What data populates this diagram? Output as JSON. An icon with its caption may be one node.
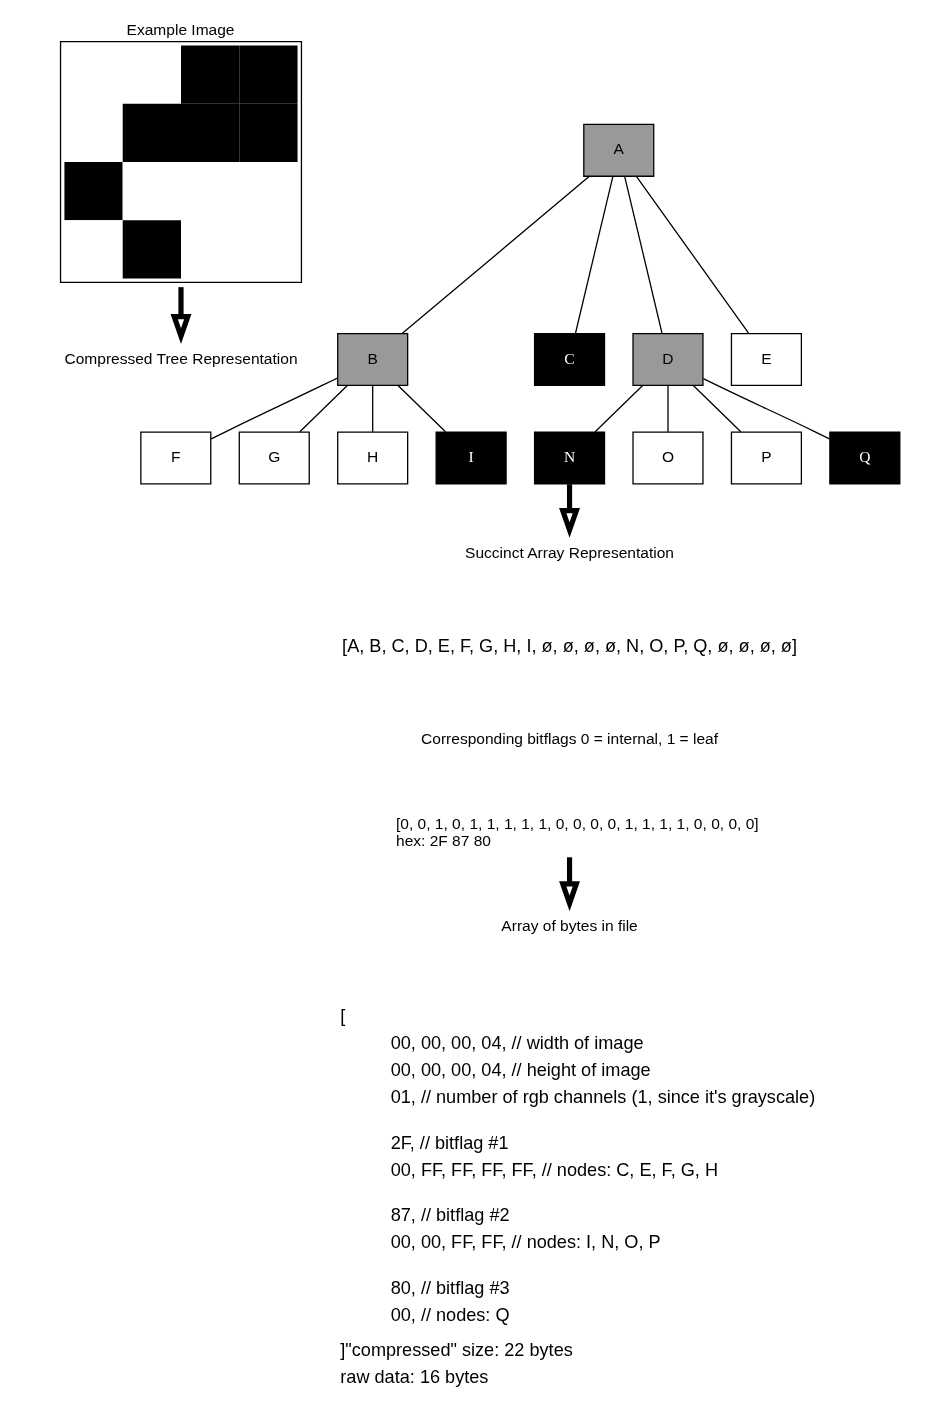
{
  "diagram": {
    "nodes": [
      {
        "text": [
          "Example Image"
        ]
      },
      {
        "text": [
          "Compressed Tree Representation"
        ]
      },
      {
        "text": [
          "A"
        ]
      },
      {
        "text": [
          "B"
        ]
      },
      {
        "text": [
          "C"
        ]
      },
      {
        "text": [
          "D"
        ]
      },
      {
        "text": [
          "E"
        ]
      },
      {
        "text": [
          "F"
        ]
      },
      {
        "text": [
          "G"
        ]
      },
      {
        "text": [
          "H"
        ]
      },
      {
        "text": [
          "I"
        ]
      },
      {
        "text": [
          "N"
        ]
      },
      {
        "text": [
          "O"
        ]
      },
      {
        "text": [
          "P"
        ]
      },
      {
        "text": [
          "Q"
        ]
      },
      {
        "text": [
          "Succinct Array Representation"
        ]
      },
      {
        "text": [
          "[0, 0, 1, 0, 1, 1, 1, 1, 1, 0, 0, 0, 0, 1, 1, 1, 1, 0, 0, 0, 0]",
          "hex: 2F 87 80"
        ]
      },
      {
        "text": [
          "Array of bytes in file"
        ]
      }
    ],
    "edges": [
      {
        "from": 0,
        "to": 1,
        "arrow": "to",
        "style": "thick"
      },
      {
        "from": 2,
        "to": 3,
        "arrow": "none"
      },
      {
        "from": 2,
        "to": 4,
        "arrow": "none"
      },
      {
        "from": 2,
        "to": 5,
        "arrow": "none"
      },
      {
        "from": 2,
        "to": 6,
        "arrow": "none"
      },
      {
        "from": 3,
        "to": 7,
        "arrow": "none"
      },
      {
        "from": 3,
        "to": 8,
        "arrow": "none"
      },
      {
        "from": 3,
        "to": 9,
        "arrow": "none"
      },
      {
        "from": 3,
        "to": 10,
        "arrow": "none"
      },
      {
        "from": 5,
        "to": 11,
        "arrow": "none"
      },
      {
        "from": 5,
        "to": 12,
        "arrow": "none"
      },
      {
        "from": 5,
        "to": 13,
        "arrow": "none"
      },
      {
        "from": 5,
        "to": 14,
        "arrow": "none"
      },
      {
        "from": 11,
        "to": 15,
        "arrow": "to",
        "style": "thick"
      },
      {
        "from": 16,
        "to": 17,
        "arrow": "to",
        "style": "thick"
      }
    ],
    "labels": [
      "[A, B, C, D, E, F, G, H, I, ø, ø, ø, ø, N, O, P, Q, ø, ø, ø, ø]",
      "Corresponding bitflags 0 = internal, 1 = leaf",
      "[",
      "00, 00, 00, 04, // width of image",
      "00, 00, 00, 04, // height of image",
      "01, // number of rgb channels (1, since it's grayscale)",
      "2F, // bitflag #1",
      "00, FF, FF, FF, FF, // nodes: C, E, F, G, H",
      "87, // bitflag #2",
      "00, 00, FF, FF, // nodes: I, N, O, P",
      "80, // bitflag #3",
      "00, // nodes: Q",
      "]",
      "\"compressed\" size: 22 bytes",
      "raw data: 16 bytes"
    ]
  }
}
